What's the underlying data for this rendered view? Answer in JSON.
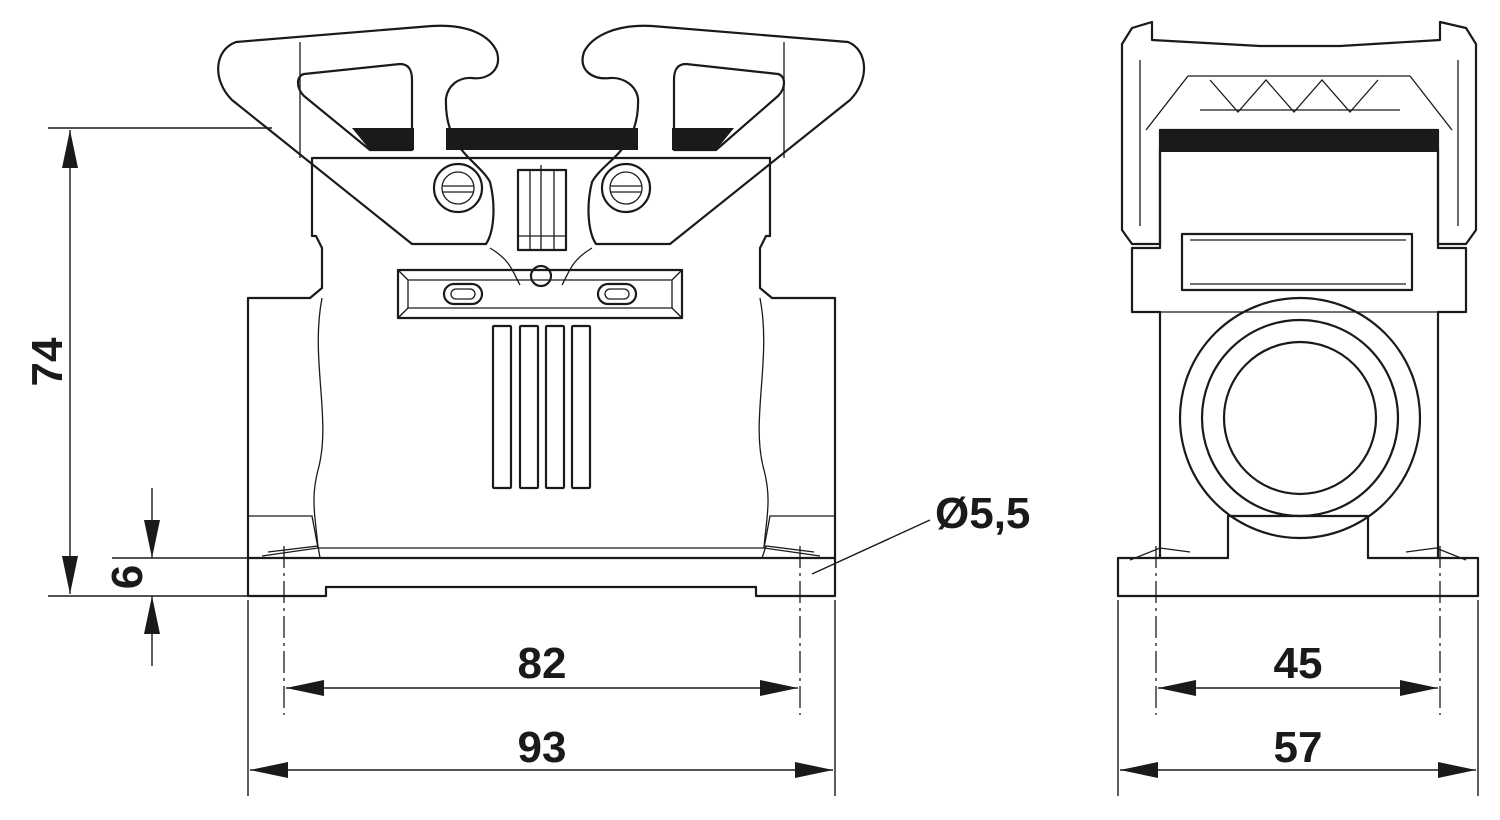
{
  "dimensions": {
    "height_total": "74",
    "base_thickness": "6",
    "hole_diameter": "Ø5,5",
    "front_hole_spacing": "82",
    "front_width": "93",
    "side_hole_spacing": "45",
    "side_width": "57"
  },
  "colors": {
    "line": "#1a1a1a",
    "background": "#ffffff"
  }
}
